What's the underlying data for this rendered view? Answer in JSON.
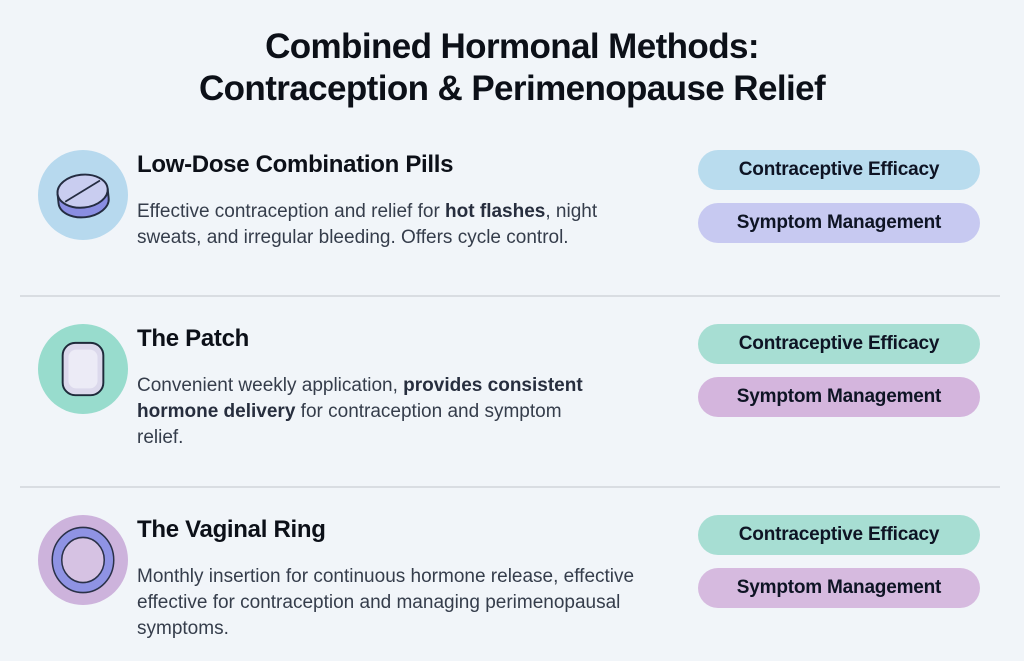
{
  "page": {
    "title_line1": "Combined Hormonal Methods:",
    "title_line2": "Contraception & Perimenopause Relief"
  },
  "colors": {
    "background": "#f1f5f9",
    "divider": "#d9dde2",
    "heading_text": "#0c1018",
    "body_text": "#353d4b",
    "badge_text": "#0e1424"
  },
  "methods": [
    {
      "name": "Low-Dose Combination Pills",
      "icon": "pill-icon",
      "icon_bg": "#b7d9ee",
      "desc_pre": "Effective contraception and relief for ",
      "desc_bold": "hot flashes",
      "desc_post": ", night sweats, and irregular bleeding. Offers cycle control.",
      "badges": [
        {
          "label": "Contraceptive Efficacy",
          "bg": "#b9dcee"
        },
        {
          "label": "Symptom Management",
          "bg": "#c7c9f1"
        }
      ]
    },
    {
      "name": "The Patch",
      "icon": "patch-icon",
      "icon_bg": "#98dccd",
      "desc_pre": "Convenient weekly application, ",
      "desc_bold": "provides consistent hormone delivery",
      "desc_post": " for contraception and symptom relief.",
      "badges": [
        {
          "label": "Contraceptive Efficacy",
          "bg": "#a7ded3"
        },
        {
          "label": "Symptom Management",
          "bg": "#d4b5dd"
        }
      ]
    },
    {
      "name": "The Vaginal Ring",
      "icon": "ring-icon",
      "icon_bg": "#cdb3dc",
      "desc_pre": "Monthly insertion for continuous hormone release, effective effective for contraception and managing perimenopausal symptoms.",
      "desc_bold": "",
      "desc_post": "",
      "badges": [
        {
          "label": "Contraceptive Efficacy",
          "bg": "#a7ded3"
        },
        {
          "label": "Symptom Management",
          "bg": "#d6badf"
        }
      ]
    }
  ]
}
